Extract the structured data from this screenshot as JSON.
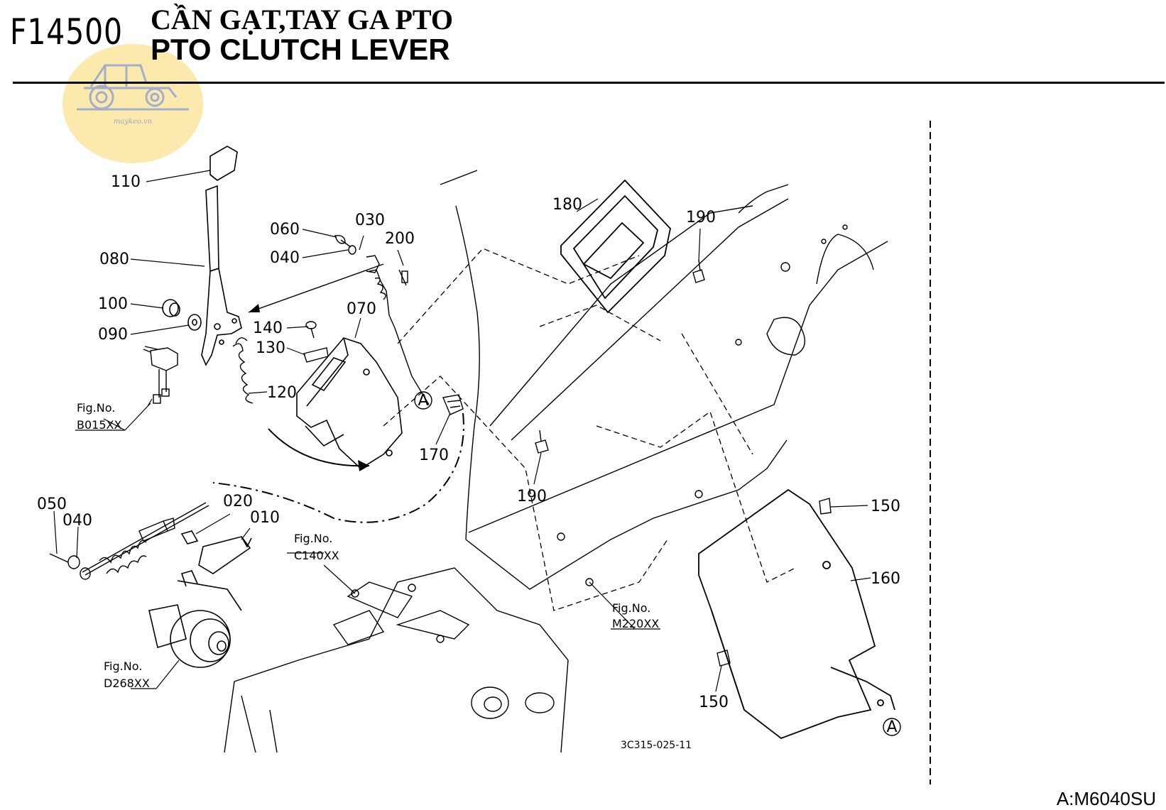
{
  "header": {
    "code": "F14500",
    "title_vn": "CẦN GẠT,TAY GA PTO",
    "title_en": "PTO CLUTCH LEVER"
  },
  "logo": {
    "text": "maykeo.vn"
  },
  "labels": {
    "p110": "110",
    "p080": "080",
    "p100": "100",
    "p090": "090",
    "p060": "060",
    "p030": "030",
    "p200": "200",
    "p040a": "040",
    "p070": "070",
    "p140": "140",
    "p130": "130",
    "p120": "120",
    "p170": "170",
    "p180": "180",
    "p190a": "190",
    "p190b": "190",
    "p150a": "150",
    "p150b": "150",
    "p160": "160",
    "p050": "050",
    "p040b": "040",
    "p020": "020",
    "p010": "010",
    "mark_a1": "A",
    "mark_a2": "A"
  },
  "fig_refs": {
    "b015": {
      "label": "Fig.No.",
      "value": "B015XX"
    },
    "c140": {
      "label": "Fig.No.",
      "value": "C140XX"
    },
    "m220": {
      "label": "Fig.No.",
      "value": "M220XX"
    },
    "d268": {
      "label": "Fig.No.",
      "value": "D268XX"
    }
  },
  "drawing_ref": "3C315-025-11",
  "model_code": "A:M6040SU"
}
